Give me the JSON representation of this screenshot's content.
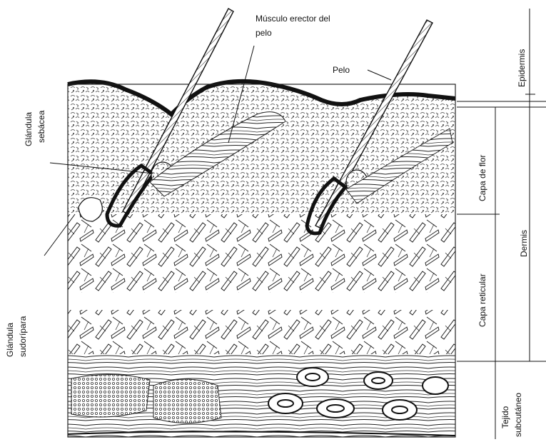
{
  "labels": {
    "musculo_line1": "Músculo erector del",
    "musculo_line2": "pelo",
    "pelo": "Pelo",
    "glandula_sebacea_line1": "Glándula",
    "glandula_sebacea_line2": "sebácea",
    "glandula_sudoripara_line1": "Glándula",
    "glandula_sudoripara_line2": "sudorípara",
    "epidermis": "Epidermis",
    "dermis": "Dermis",
    "capa_flor": "Capa de flor",
    "capa_reticular": "Capa reticular",
    "tejido_line1": "Tejido",
    "tejido_line2": "subcutáneo"
  },
  "colors": {
    "ink": "#111111",
    "paper": "#ffffff",
    "fill_light": "#f4f4f4"
  }
}
